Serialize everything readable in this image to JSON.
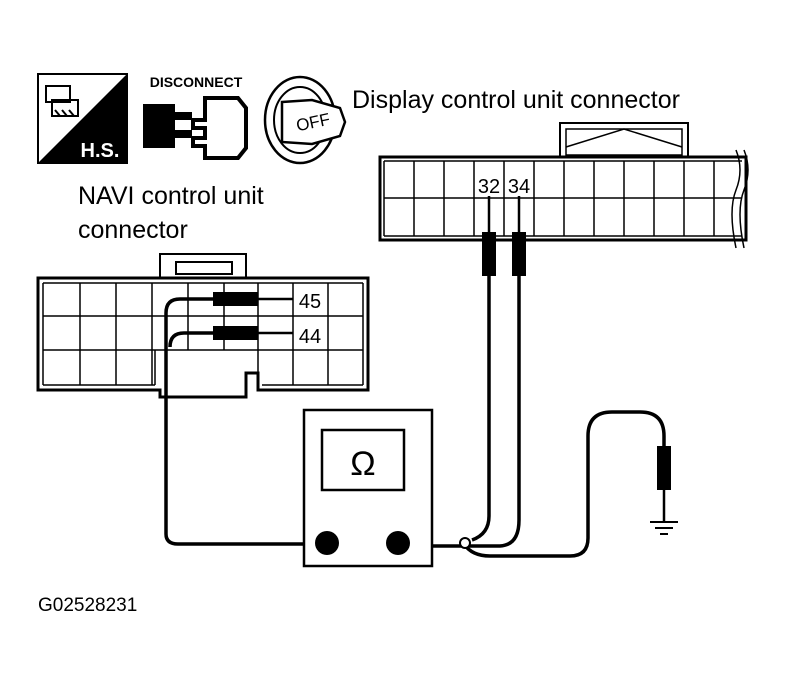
{
  "icons": {
    "hs_label": "H.S.",
    "disconnect_label": "DISCONNECT",
    "ignition_label": "OFF"
  },
  "display_connector": {
    "title": "Display control unit connector",
    "pin_a": "32",
    "pin_b": "34"
  },
  "navi_connector": {
    "title_line1": "NAVI control unit",
    "title_line2": "connector",
    "pin_a": "45",
    "pin_b": "44"
  },
  "meter": {
    "symbol": "Ω"
  },
  "figure_code": "G02528231"
}
